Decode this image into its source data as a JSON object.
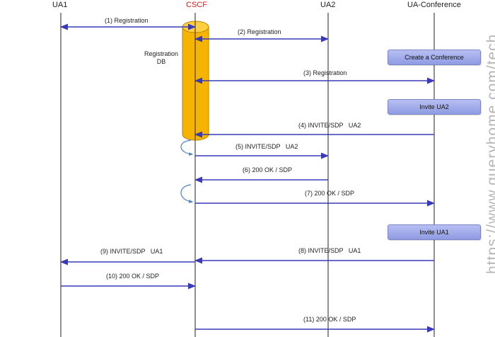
{
  "lifelines": {
    "ua1": "UA1",
    "cscf": "CSCF",
    "ua2": "UA2",
    "conf": "UA-Conference"
  },
  "db_label": "Registration\nDB",
  "actions": {
    "create_conference": "Create a Conference",
    "invite_ua2": "Invite UA2",
    "invite_ua1": "Invite UA1"
  },
  "messages": [
    {
      "label": "(1) Registration"
    },
    {
      "label": "(2) Registration"
    },
    {
      "label": "(3) Registration"
    },
    {
      "label": "(4) INVITE/SDP   UA2"
    },
    {
      "label": "(5) INVITE/SDP   UA2"
    },
    {
      "label": "(6) 200 OK / SDP"
    },
    {
      "label": "(7) 200 OK / SDP"
    },
    {
      "label": "(8) INVITE/SDP   UA1"
    },
    {
      "label": "(9) INVITE/SDP   UA1"
    },
    {
      "label": "(10) 200 OK / SDP"
    },
    {
      "label": "(11) 200 OK / SDP"
    }
  ],
  "watermark": "https://www.queryhome.com/tech",
  "colors": {
    "arrow": "#3a3ab8",
    "loop": "#4a7fc1",
    "db_fill": "#f5b400",
    "db_stroke": "#b88400",
    "cscf_text": "#e41b1b"
  }
}
